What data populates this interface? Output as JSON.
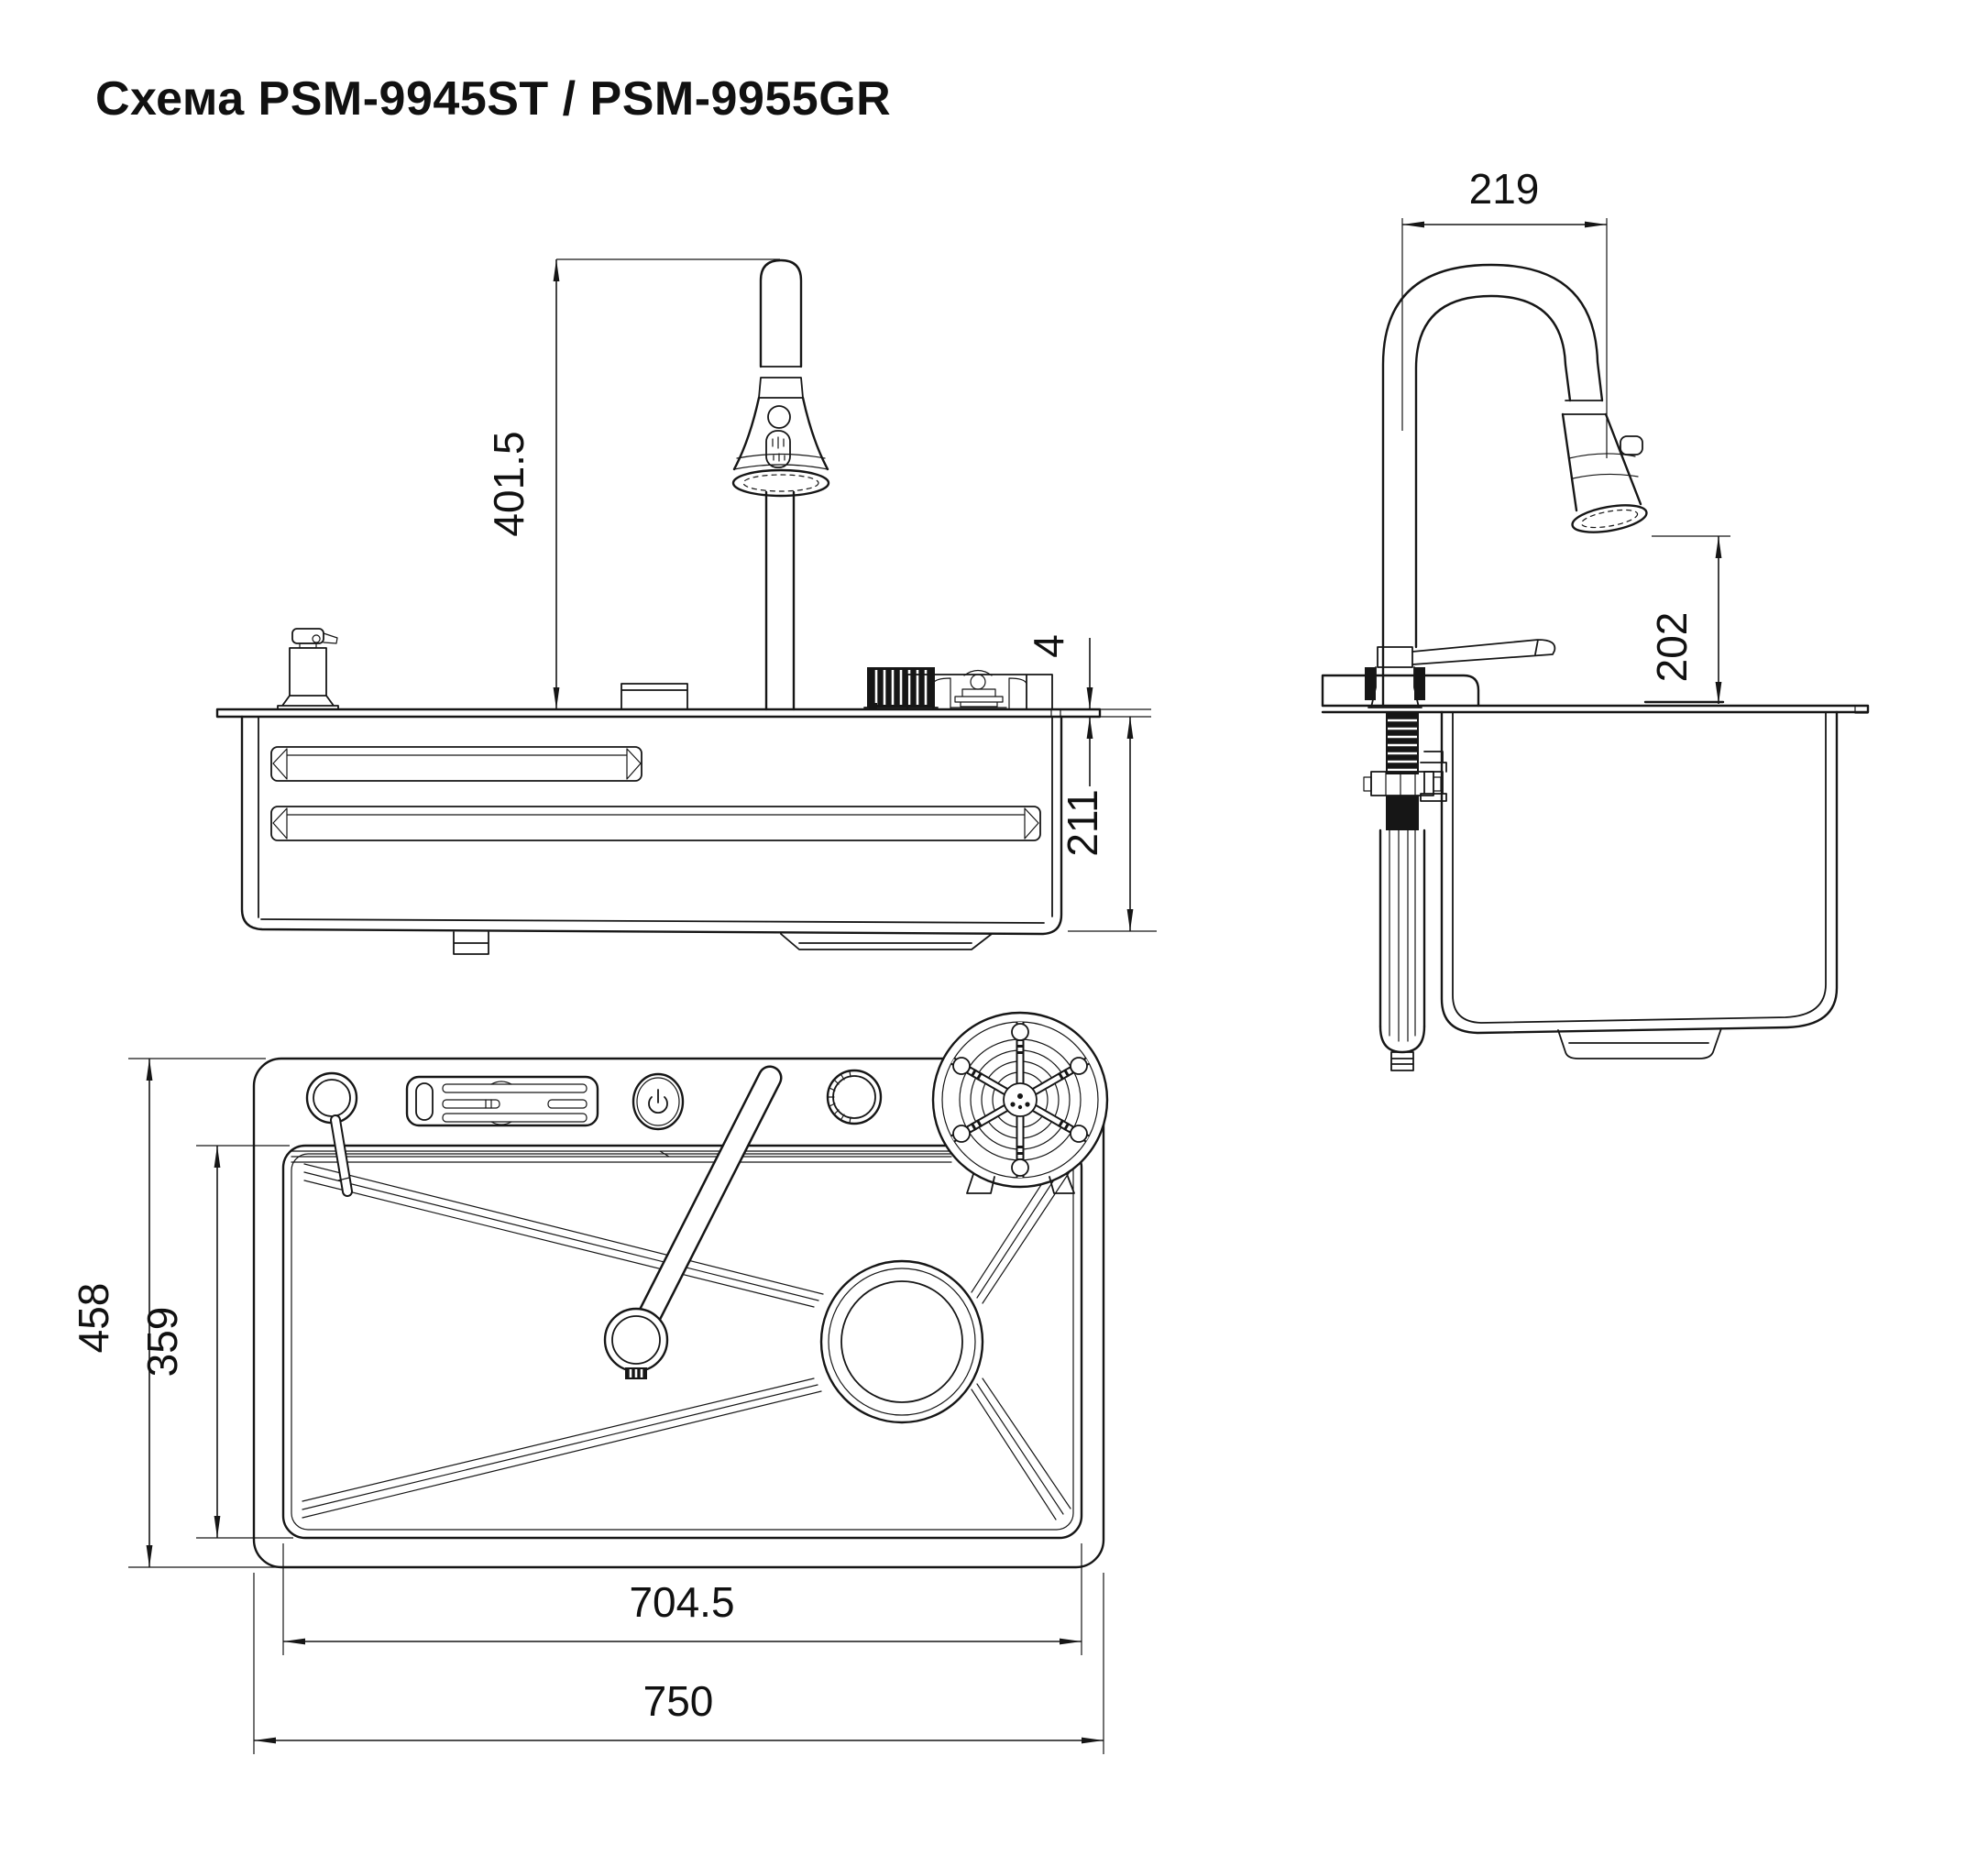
{
  "title": "Схема PSM-9945ST / PSM-9955GR",
  "drawing_type": "kitchen sink installation diagram, three orthographic views",
  "dimensions": {
    "front": {
      "faucet_height": "401.5",
      "deck_thickness": "4",
      "bowl_depth": "211"
    },
    "side": {
      "spout_reach": "219",
      "spout_height": "202"
    },
    "top": {
      "outer_depth": "458",
      "inner_depth": "359",
      "inner_width": "704.5",
      "outer_width": "750"
    }
  },
  "icons": {
    "power_icon": "power symbol on touch button"
  },
  "colors": {
    "line": "#161616",
    "background": "#ffffff"
  }
}
